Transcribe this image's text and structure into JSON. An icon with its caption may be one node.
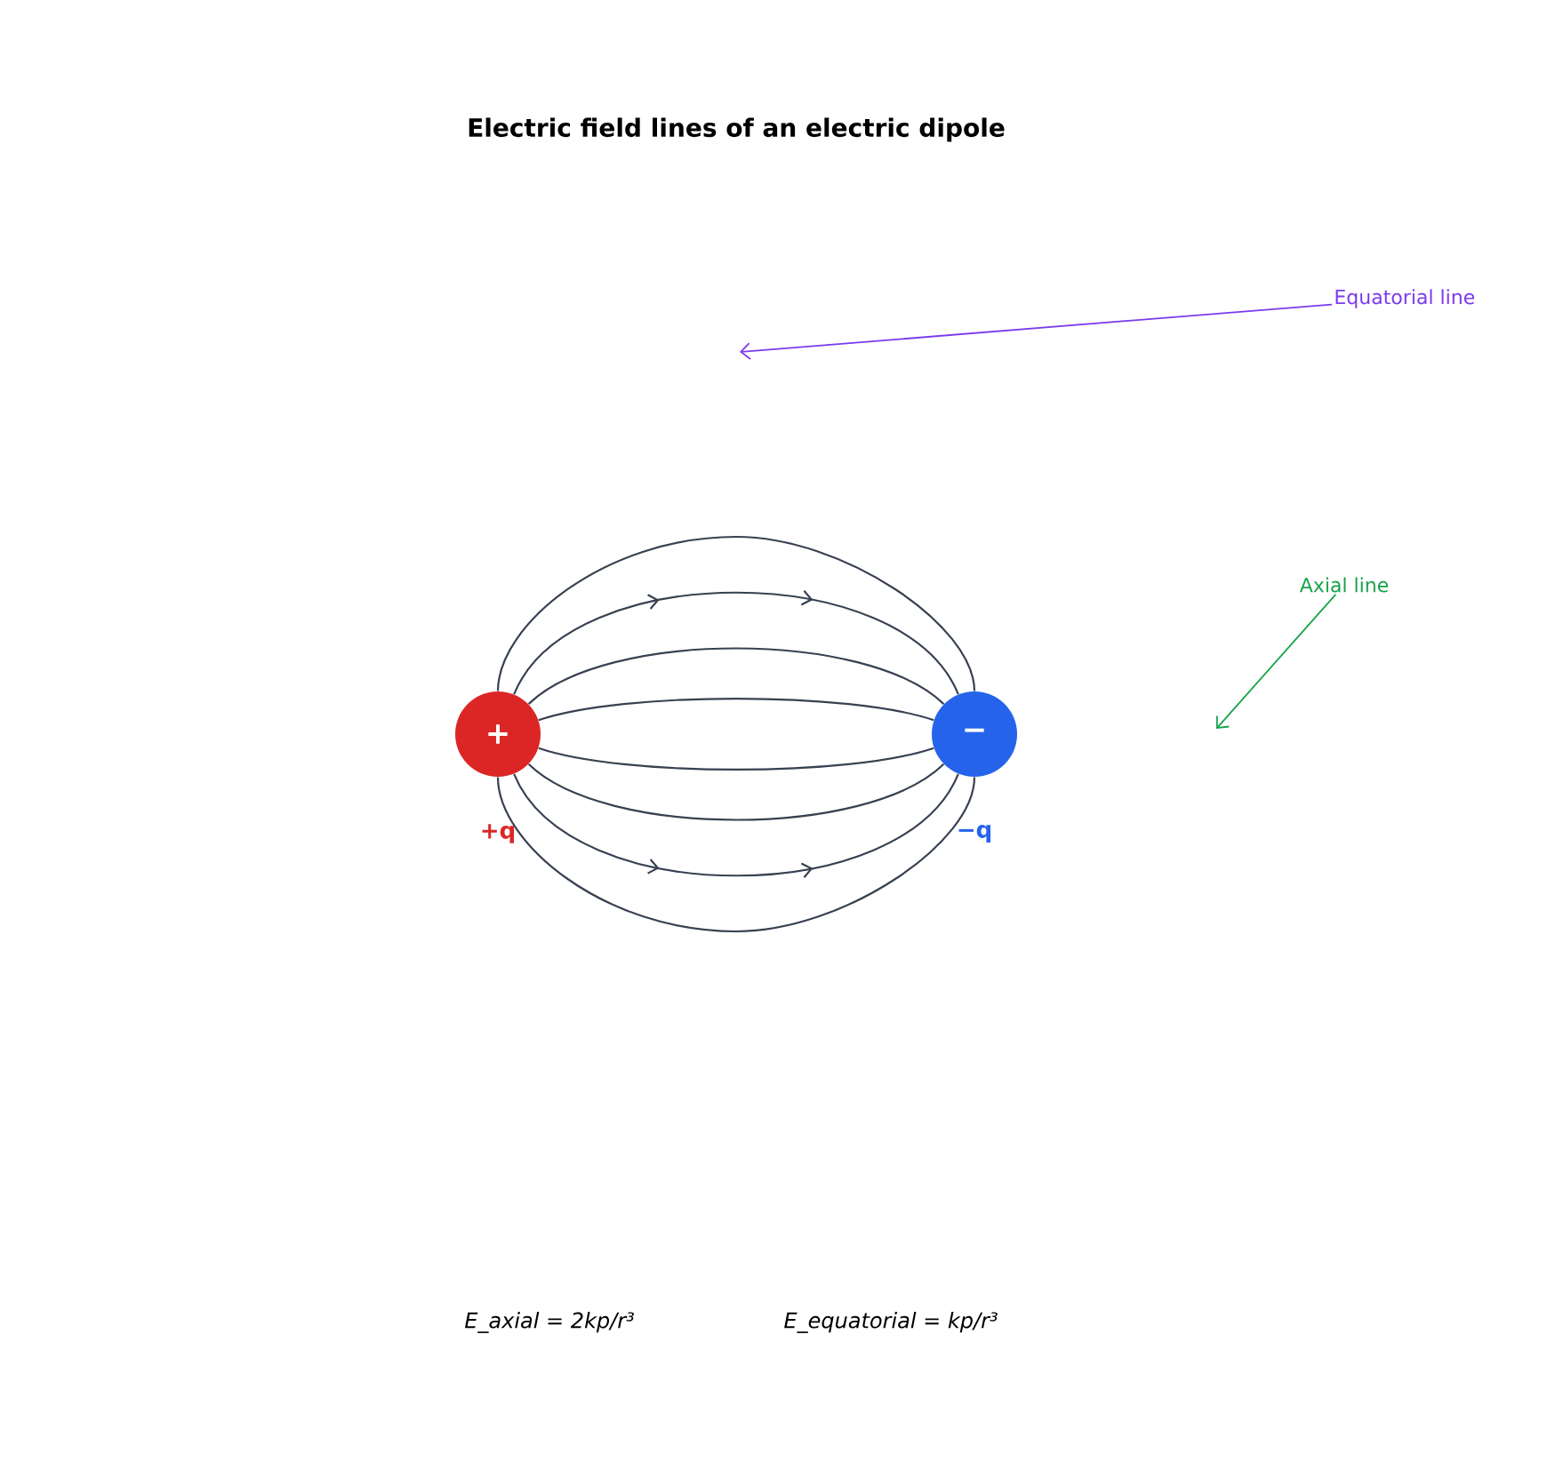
{
  "diagram": {
    "title": "Electric field lines of an electric dipole",
    "nodes": [
      {
        "text": [
          "+"
        ],
        "beside": [
          "+q"
        ]
      },
      {
        "text": [
          "−"
        ],
        "beside": [
          "−q"
        ]
      },
      {
        "text": [
          "Equatorial line"
        ]
      },
      {
        "text": [
          "Axial line"
        ]
      }
    ],
    "edges": [
      {
        "from": 0,
        "to": 1,
        "arrow": "none"
      },
      {
        "from": 0,
        "to": 1,
        "arrow": "to"
      },
      {
        "from": 0,
        "to": 1,
        "arrow": "none"
      },
      {
        "from": 0,
        "to": 1,
        "arrow": "none"
      },
      {
        "from": 0,
        "to": 1,
        "arrow": "none"
      },
      {
        "from": 0,
        "to": 1,
        "arrow": "none"
      },
      {
        "from": 0,
        "to": 1,
        "arrow": "to"
      },
      {
        "from": 0,
        "to": 1,
        "arrow": "none"
      },
      {
        "from": 2,
        "to": null,
        "arrow": "to",
        "color": "#7c3aed"
      },
      {
        "from": 3,
        "to": null,
        "arrow": "to",
        "color": "#16a34a"
      }
    ],
    "labels": [
      "E_axial = 2kp/r³",
      "E_equatorial = kp/r³"
    ]
  }
}
